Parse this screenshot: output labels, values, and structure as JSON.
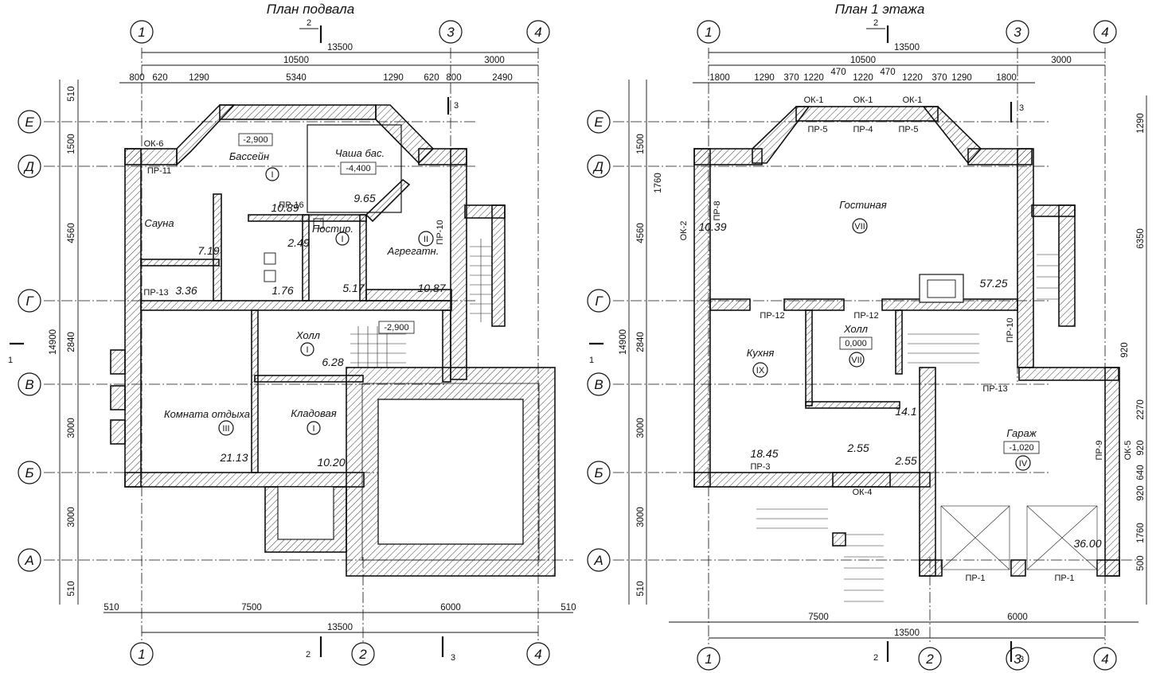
{
  "plans": [
    {
      "title": "План подвала",
      "axes_top": [
        "1",
        "3",
        "4"
      ],
      "axes_bottom": [
        "1",
        "2",
        "4"
      ],
      "axes_left": [
        "Е",
        "Д",
        "Г",
        "В",
        "Б",
        "А"
      ],
      "overall_width": "13500",
      "dim_top": [
        "10500",
        "3000"
      ],
      "dim_top2": [
        "800",
        "620",
        "1290",
        "5340",
        "1290",
        "620",
        "800",
        "2490"
      ],
      "dim_bottom": [
        "510",
        "7500",
        "6000",
        "510"
      ],
      "dim_left": [
        "510",
        "1500",
        "4560",
        "2840",
        "3000",
        "3000",
        "510"
      ],
      "dim_left_total": "14900",
      "rooms": [
        {
          "name": "Бассейн",
          "roman": "I",
          "area": ""
        },
        {
          "name": "Чаша бас.",
          "roman": "",
          "area": "9.65"
        },
        {
          "name": "Сауна",
          "roman": "",
          "area": "7.19"
        },
        {
          "name": "Постир.",
          "roman": "I",
          "area": "5.17"
        },
        {
          "name": "Агрегатн.",
          "roman": "II",
          "area": "10.87"
        },
        {
          "name": "Холл",
          "roman": "I",
          "area": "6.28"
        },
        {
          "name": "Комната отдыха",
          "roman": "III",
          "area": "21.13"
        },
        {
          "name": "Кладовая",
          "roman": "I",
          "area": "10.20"
        }
      ],
      "levels": [
        "-2,900",
        "-4,400",
        "-2,900"
      ],
      "extra_areas": [
        "10.89",
        "2.49",
        "3.36",
        "1.76"
      ],
      "marks": [
        "ОК-6",
        "ПР-11",
        "ПР-16",
        "ПР-13",
        "ПР-10"
      ],
      "section_marks": [
        "2",
        "3",
        "1"
      ]
    },
    {
      "title": "План 1 этажа",
      "axes_top": [
        "1",
        "3",
        "4"
      ],
      "axes_bottom": [
        "1",
        "2",
        "3",
        "4"
      ],
      "axes_left": [
        "Е",
        "Д",
        "Г",
        "В",
        "Б",
        "А"
      ],
      "overall_width": "13500",
      "dim_top": [
        "10500",
        "3000"
      ],
      "dim_top2": [
        "1800",
        "1290",
        "370",
        "1220",
        "470",
        "1220",
        "470",
        "1220",
        "370",
        "1290",
        "1800"
      ],
      "dim_bottom": [
        "7500",
        "6000"
      ],
      "dim_left": [
        "1500",
        "1760",
        "4560",
        "2840",
        "3000",
        "3000",
        "510"
      ],
      "dim_left_total": "14900",
      "dim_right": [
        "1290",
        "6350",
        "920",
        "2270",
        "920",
        "640",
        "920",
        "1760",
        "500"
      ],
      "rooms": [
        {
          "name": "Гостиная",
          "roman": "VII",
          "area": "57.25"
        },
        {
          "name": "Кухня",
          "roman": "IX",
          "area": "18.45"
        },
        {
          "name": "Холл",
          "roman": "VII",
          "area": "14.1"
        },
        {
          "name": "Гараж",
          "roman": "IV",
          "area": "36.00"
        }
      ],
      "levels": [
        "0,000",
        "-1,020"
      ],
      "extra_areas": [
        "10.39",
        "2.55",
        "2.55"
      ],
      "marks": [
        "ОК-1",
        "ОК-1",
        "ОК-1",
        "ПР-5",
        "ПР-4",
        "ПР-5",
        "ОК-2",
        "ПР-8",
        "ПР-12",
        "ПР-12",
        "ПР-10",
        "ПР-13",
        "ПР-1",
        "ПР-1",
        "ПР-9",
        "ОК-5",
        "ОК-4",
        "ПР-3"
      ],
      "section_marks": [
        "2",
        "3",
        "1"
      ]
    }
  ]
}
